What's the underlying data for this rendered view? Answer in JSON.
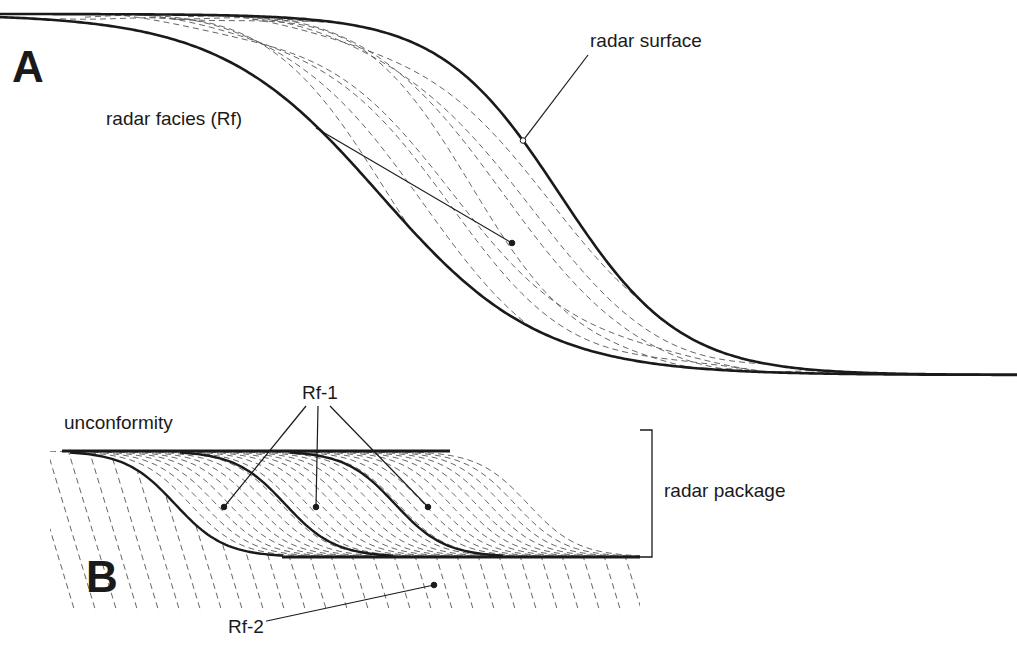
{
  "diagram": {
    "labels": [
      "A",
      "radar surface",
      "radar facies (Rf)",
      "Rf-1",
      "unconformity",
      "radar package",
      "B",
      "Rf-2"
    ]
  }
}
